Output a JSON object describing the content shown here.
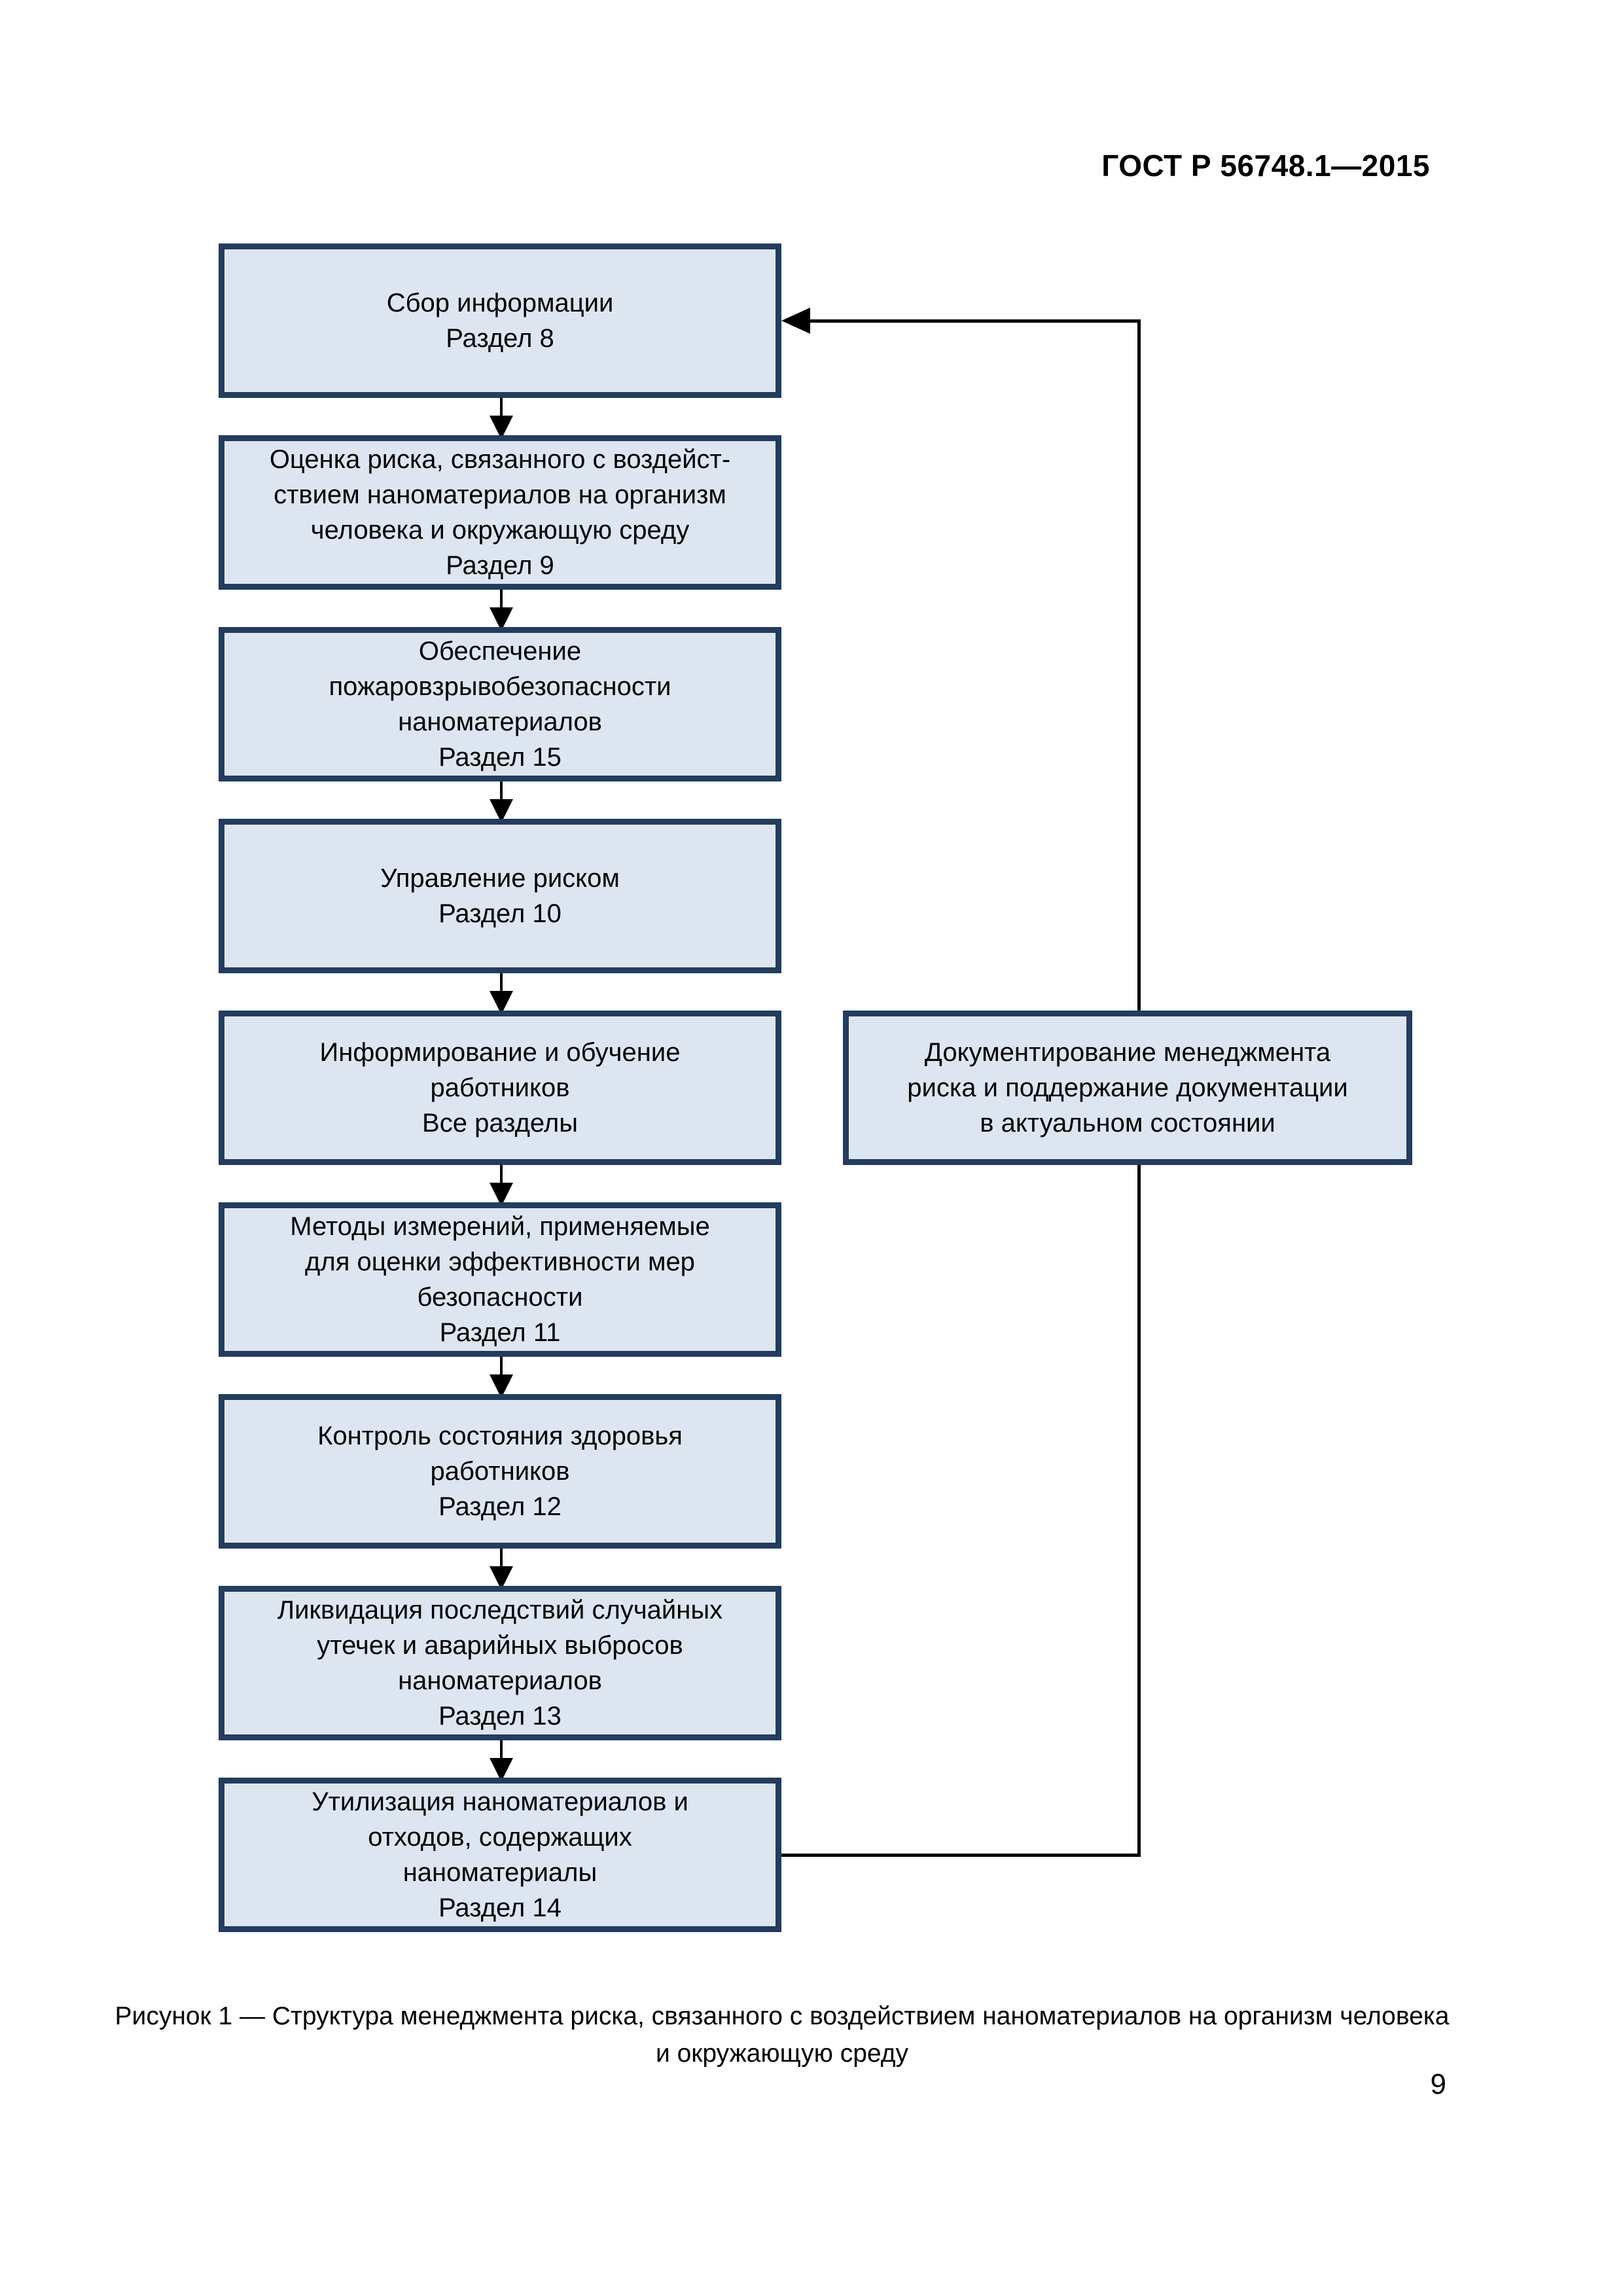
{
  "page": {
    "doc_code": "ГОСТ Р 56748.1—2015",
    "page_number": "9"
  },
  "flowchart": {
    "boxes": [
      {
        "name": "information-gathering",
        "text": "Сбор информации\nРаздел 8"
      },
      {
        "name": "risk-assessment",
        "text": "Оценка риска, связанного с воздейст-\nствием наноматериалов на организм\nчеловека и окружающую среду\nРаздел 9"
      },
      {
        "name": "fire-explosion-safety",
        "text": "Обеспечение\nпожаровзрывобезопасности\nнаноматериалов\nРаздел 15"
      },
      {
        "name": "risk-management",
        "text": "Управление риском\nРаздел 10"
      },
      {
        "name": "worker-informing-training",
        "text": "Информирование и обучение\nработников\nВсе разделы"
      },
      {
        "name": "measurement-methods",
        "text": "Методы измерений, применяемые\nдля оценки эффективности мер\nбезопасности\nРаздел 11"
      },
      {
        "name": "health-monitoring",
        "text": "Контроль состояния здоровья\nработников\nРаздел 12"
      },
      {
        "name": "accidental-release-response",
        "text": "Ликвидация последствий случайных\nутечек и аварийных выбросов\nнаноматериалов\nРаздел 13"
      },
      {
        "name": "disposal",
        "text": "Утилизация наноматериалов и\nотходов, содержащих\nнаноматериалы\nРаздел 14"
      }
    ],
    "side_box": {
      "name": "risk-documentation",
      "text": "Документирование менеджмента\nриска и поддержание документации\nв актуальном состоянии"
    }
  },
  "caption": "Рисунок 1 — Структура менеджмента риска, связанного с воздействием наноматериалов на организм человека\nи окружающую среду",
  "colors": {
    "box_fill": "#dde6f0",
    "box_border": "#223d5f",
    "connector": "#000000",
    "page_bg": "#ffffff",
    "text": "#000000"
  }
}
